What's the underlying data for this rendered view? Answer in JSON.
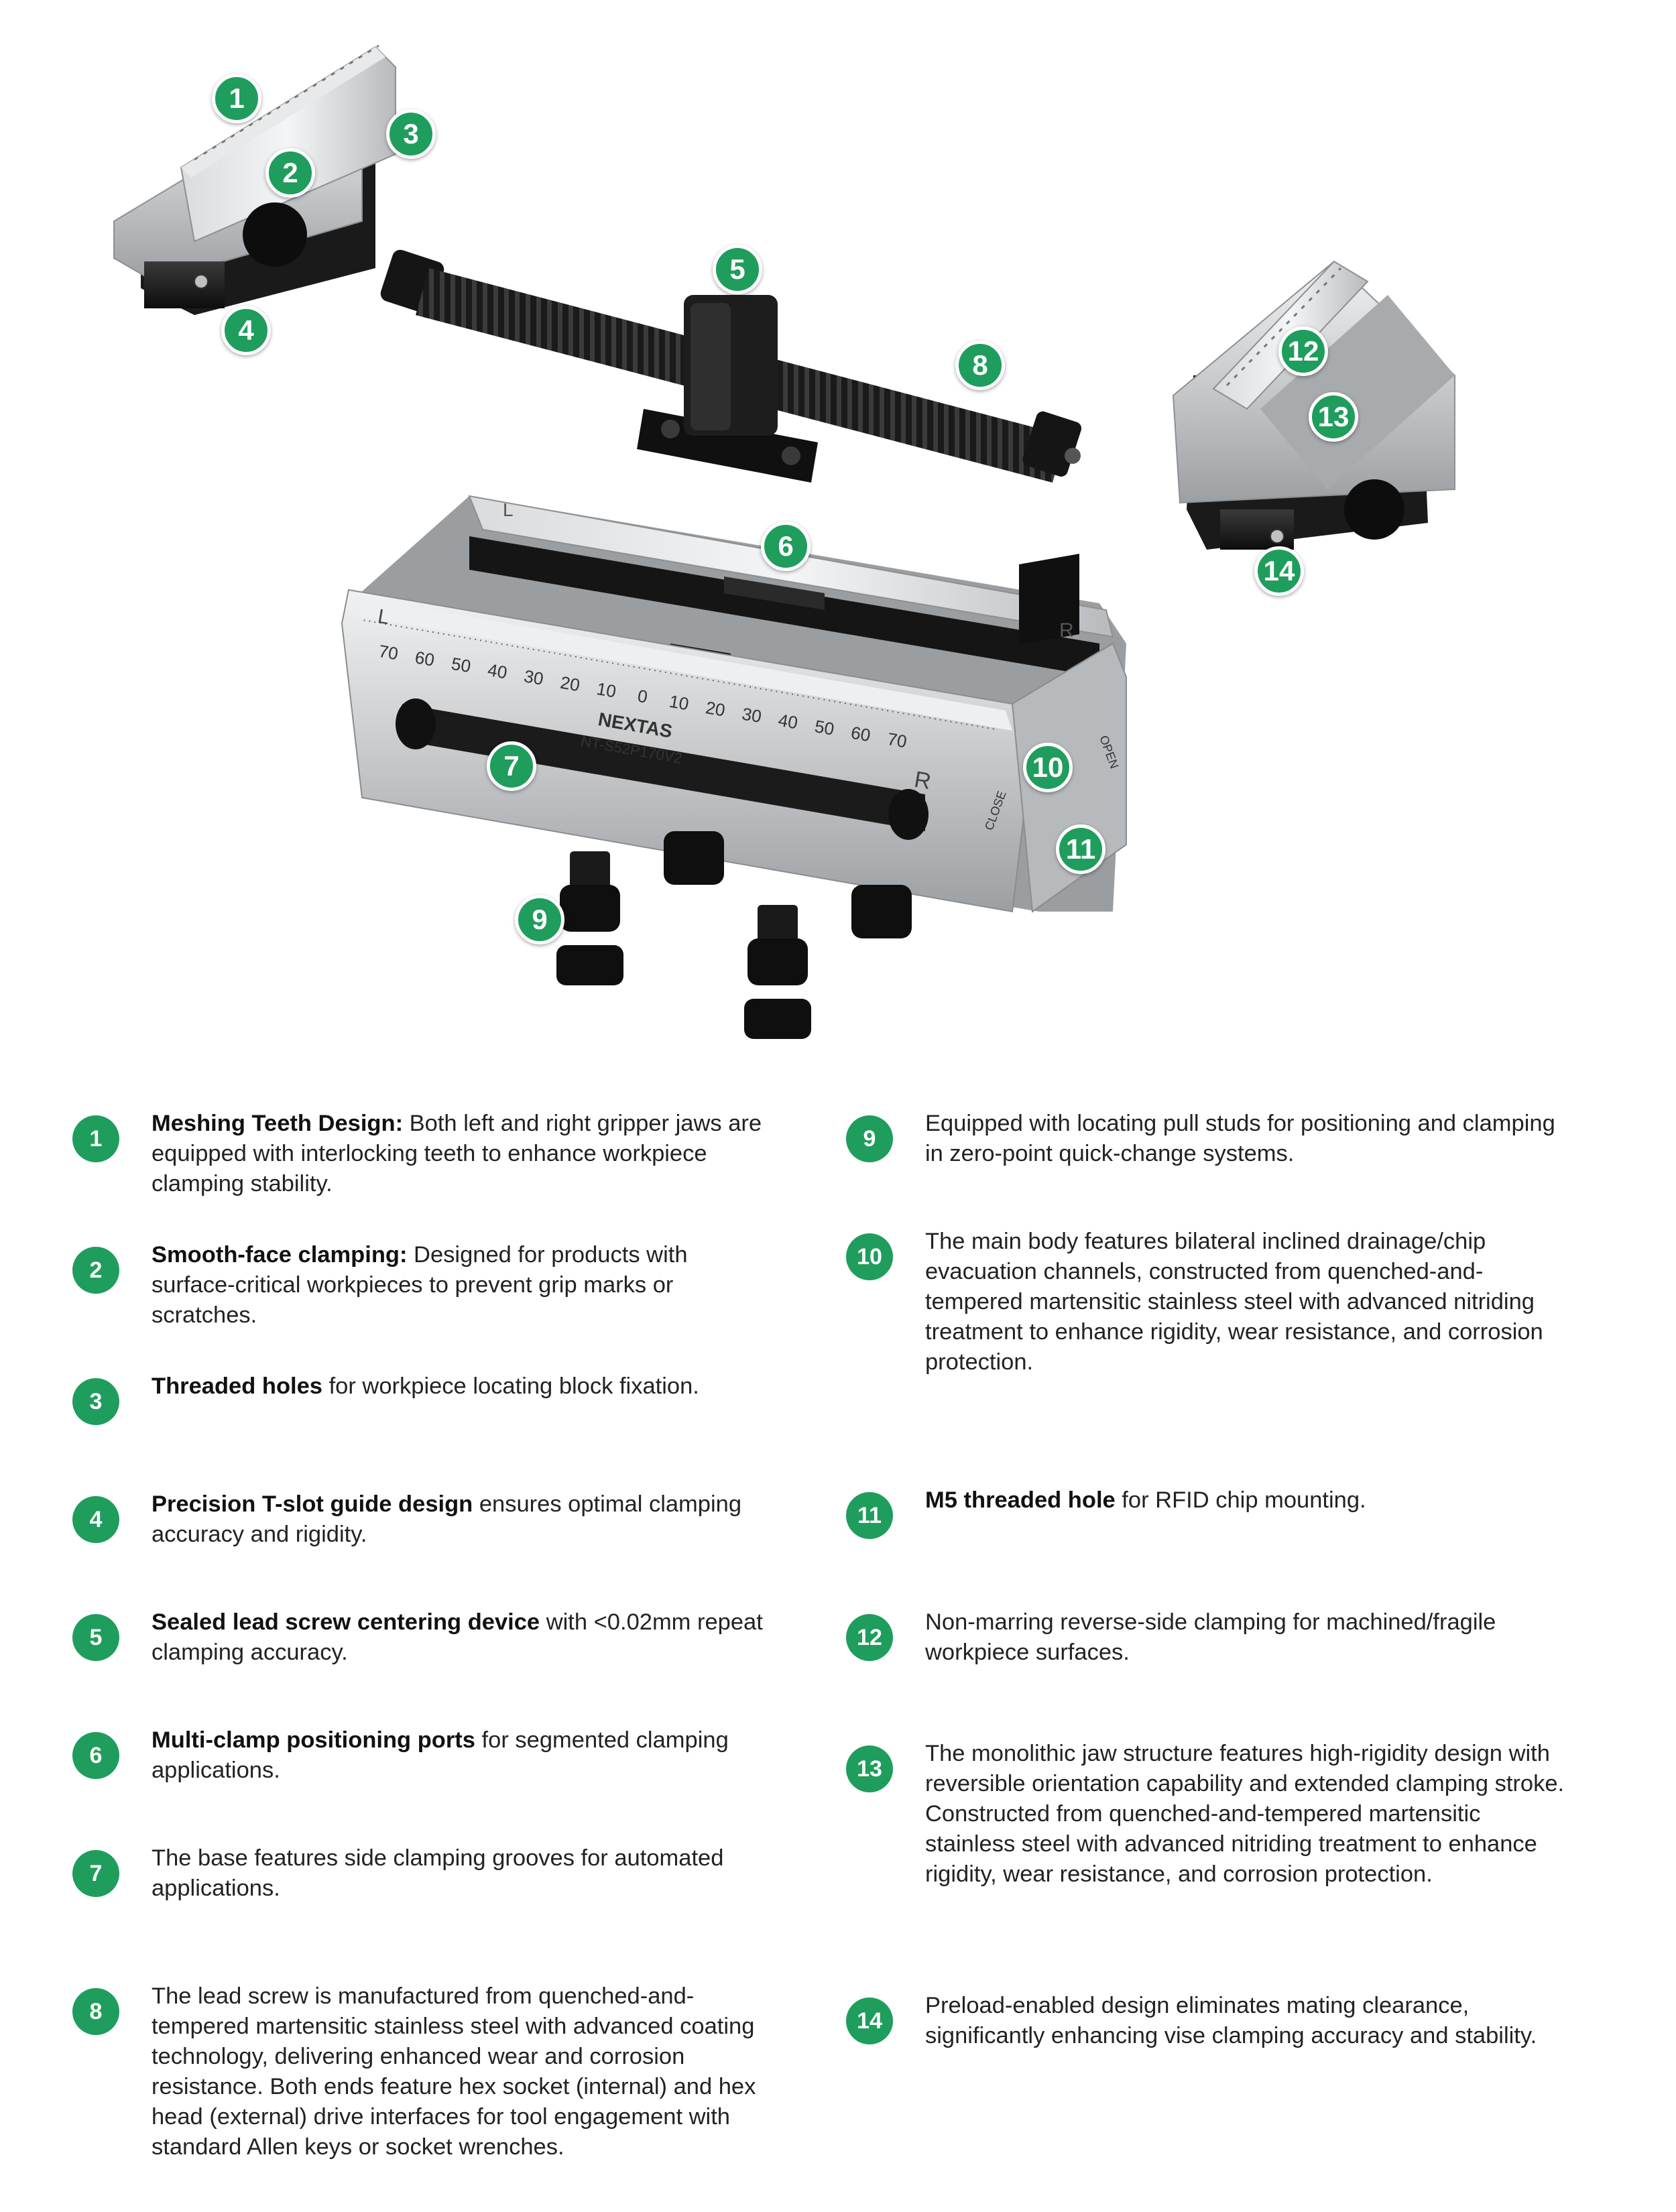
{
  "brand": {
    "name": "NEXTAS",
    "model": "NT-S52P170V2"
  },
  "vise_labels": {
    "left": "L",
    "right": "R",
    "open": "OPEN",
    "close": "CLOSE"
  },
  "ruler": [
    "70",
    "60",
    "50",
    "40",
    "30",
    "20",
    "10",
    "0",
    "10",
    "20",
    "30",
    "40",
    "50",
    "60",
    "70"
  ],
  "colors": {
    "accent": "#1f9d5c",
    "steel": "#c9cbcd",
    "dark": "#111111"
  },
  "markers": [
    "1",
    "2",
    "3",
    "4",
    "5",
    "6",
    "7",
    "8",
    "9",
    "10",
    "11",
    "12",
    "13",
    "14"
  ],
  "legend": [
    {
      "num": "1",
      "bold": "Meshing Teeth Design:",
      "text": " Both left and right gripper jaws are equipped with interlocking teeth to enhance workpiece clamping stability."
    },
    {
      "num": "2",
      "bold": "Smooth-face clamping:",
      "text": " Designed for products with surface-critical workpieces to prevent grip marks or scratches."
    },
    {
      "num": "3",
      "bold": "Threaded holes",
      "text": " for workpiece locating block fixation."
    },
    {
      "num": "4",
      "bold": "Precision T-slot guide design",
      "text": " ensures optimal clamping accuracy and rigidity."
    },
    {
      "num": "5",
      "bold": "Sealed lead screw centering device",
      "text": " with <0.02mm repeat clamping accuracy."
    },
    {
      "num": "6",
      "bold": "Multi-clamp positioning ports",
      "text": " for segmented clamping applications."
    },
    {
      "num": "7",
      "bold": "",
      "text": "The base features side clamping grooves for automated applications."
    },
    {
      "num": "8",
      "bold": "",
      "text": "The lead screw is manufactured from quenched-and-tempered martensitic stainless steel with advanced coating technology, delivering enhanced wear and corrosion resistance. Both ends feature hex socket (internal) and hex head (external) drive interfaces for tool engagement with standard Allen keys or socket wrenches."
    },
    {
      "num": "9",
      "bold": "",
      "text": "Equipped with locating pull studs for positioning and clamping in zero-point quick-change systems."
    },
    {
      "num": "10",
      "bold": "",
      "text": "The main body features bilateral inclined drainage/chip evacuation channels, constructed from quenched-and-tempered martensitic stainless steel with advanced nitriding treatment to enhance rigidity, wear resistance, and corrosion protection."
    },
    {
      "num": "11",
      "bold": "M5 threaded hole",
      "text": " for RFID chip mounting."
    },
    {
      "num": "12",
      "bold": "",
      "text": "Non-marring reverse-side clamping for machined/fragile workpiece surfaces."
    },
    {
      "num": "13",
      "bold": "",
      "text": "The monolithic jaw structure features high-rigidity design with reversible orientation capability and extended clamping stroke. Constructed from quenched-and-tempered martensitic stainless steel with advanced nitriding treatment to enhance rigidity, wear resistance, and corrosion protection."
    },
    {
      "num": "14",
      "bold": "",
      "text": "Preload-enabled design eliminates mating clearance, significantly enhancing vise clamping accuracy and stability."
    }
  ]
}
